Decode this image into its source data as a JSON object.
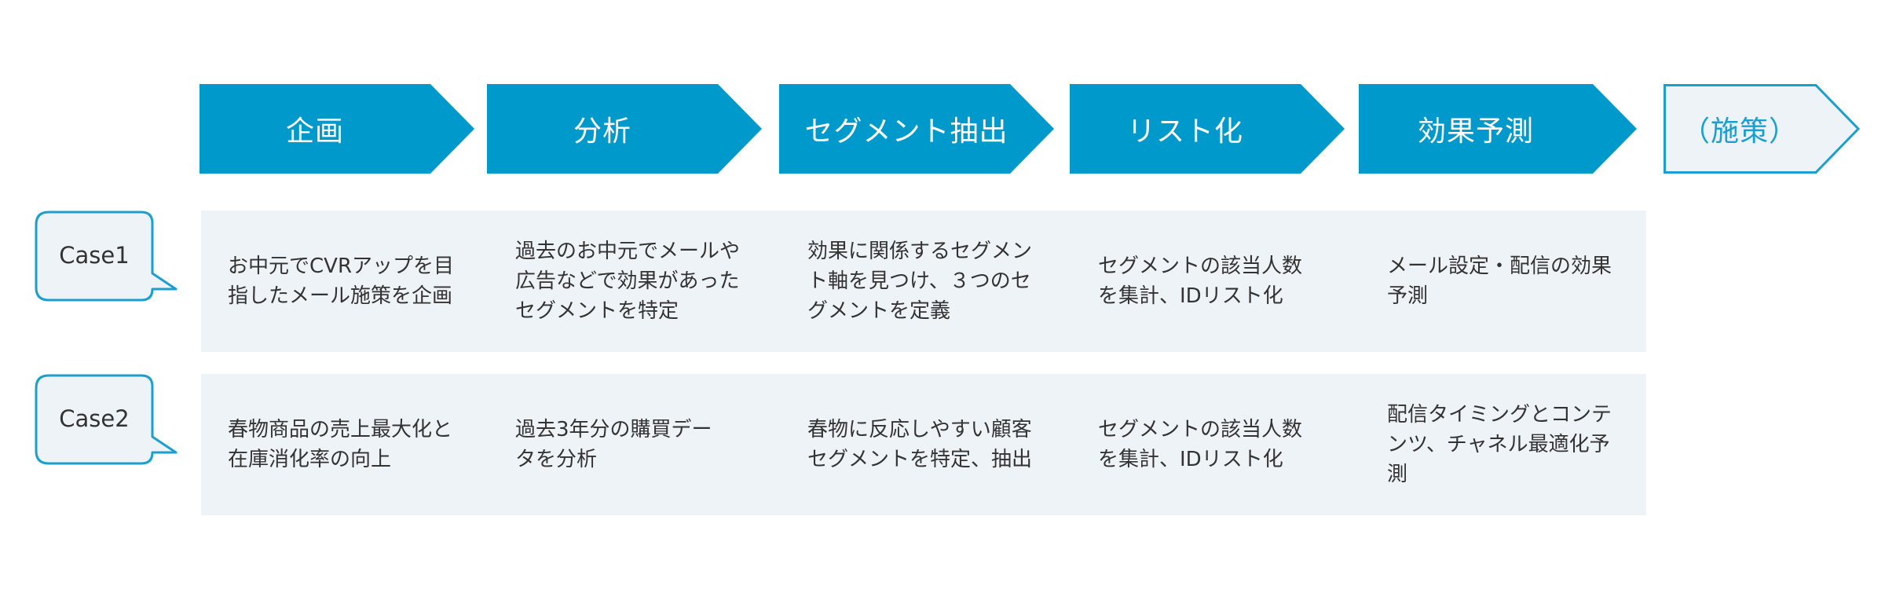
{
  "steps": [
    {
      "label": "企画",
      "style": "filled"
    },
    {
      "label": "分析",
      "style": "filled"
    },
    {
      "label": "セグメント抽出",
      "style": "filled"
    },
    {
      "label": "リスト化",
      "style": "filled"
    },
    {
      "label": "効果予測",
      "style": "filled"
    },
    {
      "label": "（施策）",
      "style": "outline"
    }
  ],
  "cases": [
    {
      "name": "Case1",
      "cells": [
        "お中元でCVRアップを目指したメール施策を企画",
        "過去のお中元でメールや広告などで効果があったセグメントを特定",
        "効果に関係するセグメント軸を見つけ、３つのセグメントを定義",
        "セグメントの該当人数を集計、IDリスト化",
        "メール設定・配信の効果予測"
      ]
    },
    {
      "name": "Case2",
      "cells": [
        "春物商品の売上最大化と在庫消化率の向上",
        "過去3年分の購買データを分析",
        "春物に反応しやすい顧客セグメントを特定、抽出",
        "セグメントの該当人数を集計、IDリスト化",
        "配信タイミングとコンテンツ、チャネル最適化予測"
      ]
    }
  ],
  "colors": {
    "arrow_fill": "#0099cc",
    "outline_stroke": "#1a9fcf",
    "outline_fill": "#eef3f7",
    "band": "#eef3f7",
    "text": "#333333"
  }
}
